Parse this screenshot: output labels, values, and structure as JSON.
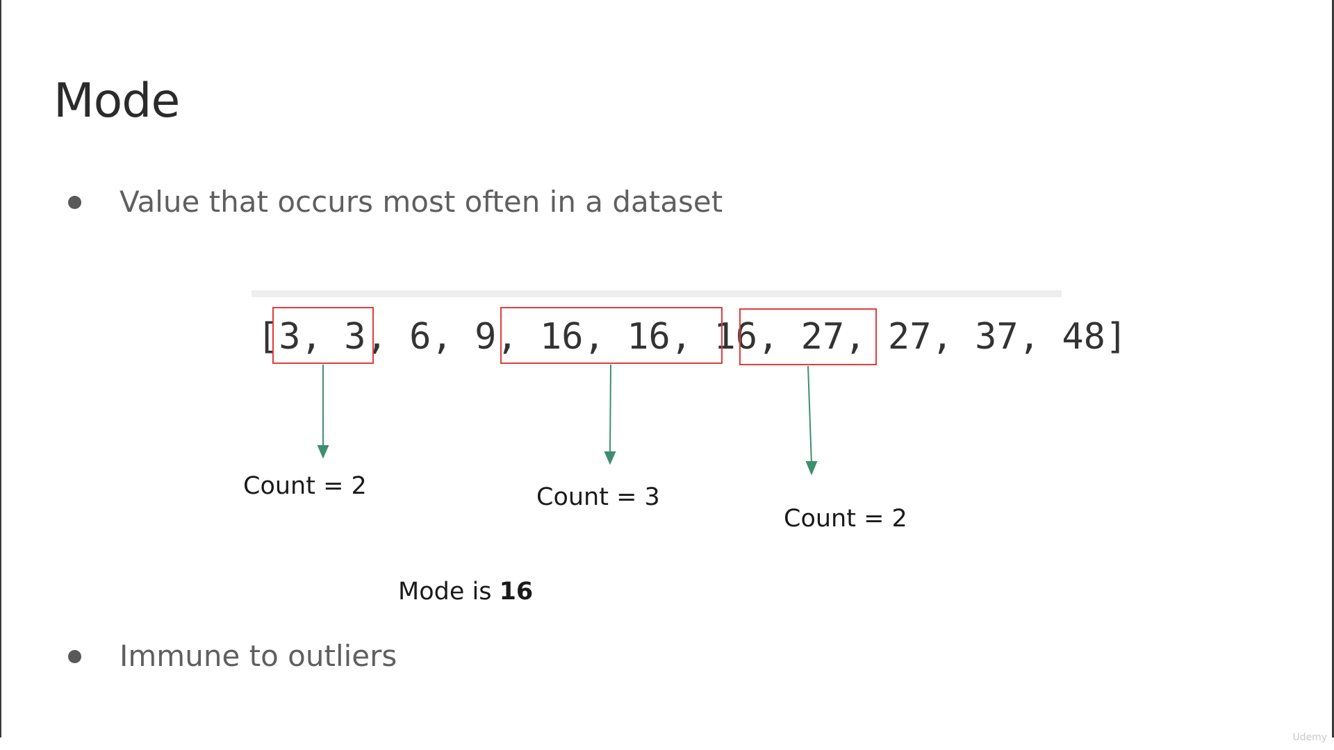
{
  "slide": {
    "title": "Mode",
    "bullets": [
      "Value that occurs most often in a dataset",
      "Immune to outliers"
    ],
    "array_text": "[3, 3, 6, 9, 16, 16, 16, 27, 27, 37, 48]",
    "counts": [
      "Count = 2",
      "Count = 3",
      "Count = 2"
    ],
    "mode_prefix": "Mode is ",
    "mode_value": "16",
    "watermark": "Udemy"
  },
  "colors": {
    "box_border": "#e53b3b",
    "arrow": "#3d8f6e",
    "title_text": "#2b2b2b",
    "bullet_text": "#5f5f5f"
  }
}
